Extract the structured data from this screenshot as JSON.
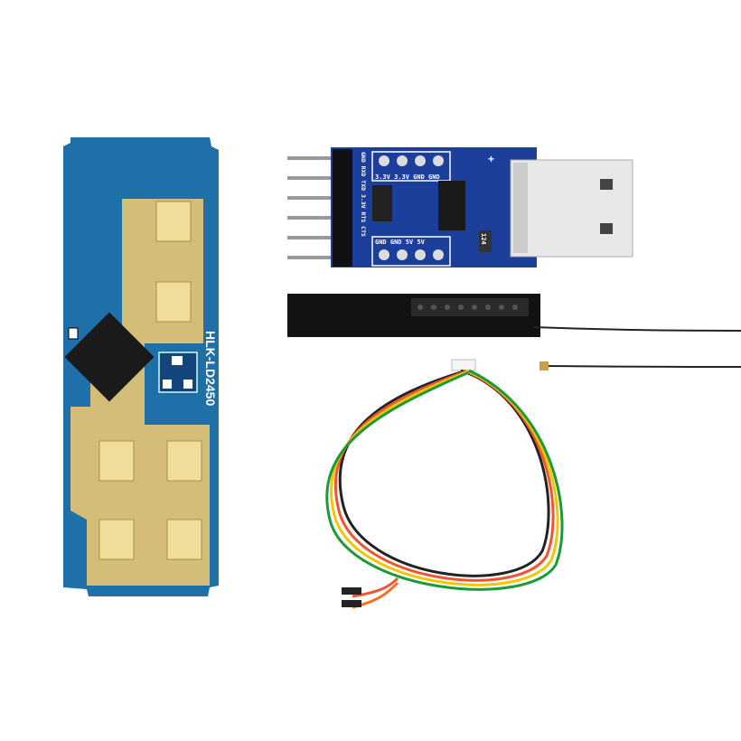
{
  "radar_module": {
    "label": "HLK-LD2450"
  },
  "usb_adapter": {
    "top_pin_labels": "3.3V 3.3V GND GND",
    "bottom_pin_labels": "GND GND 5V 5V",
    "header_labels": "GND RXD TXD 3.3V RTS CTS",
    "resistor_code": "124",
    "plus_mark": "+"
  },
  "colors": {
    "pcb_blue": "#1f6fa8",
    "usb_blue": "#1c3f9c",
    "gold": "#d9c27c"
  }
}
